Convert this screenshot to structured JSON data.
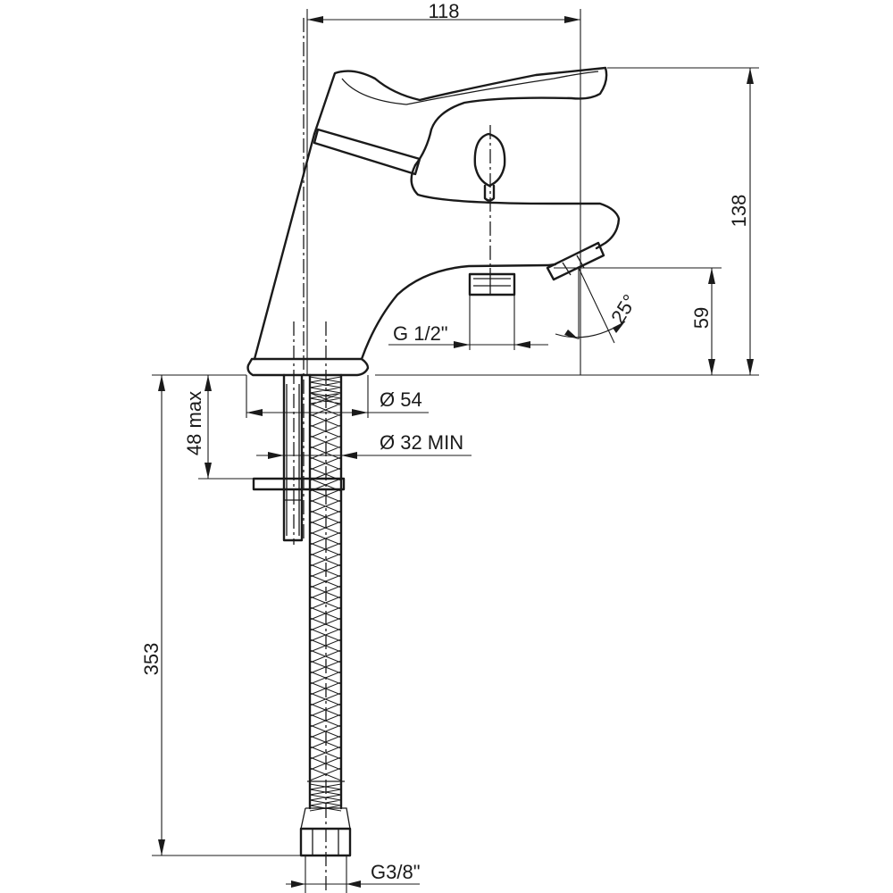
{
  "title": "",
  "dimensions": {
    "overall_width": "118",
    "overall_height": "138",
    "spout_height": "59",
    "spout_angle": "25°",
    "outlet_thread": "G 1/2\"",
    "base_diameter": "Ø 54",
    "hole_diameter": "Ø 32 MIN",
    "deck_thickness": "48 max",
    "hose_length": "353",
    "hose_thread": "G3/8\""
  }
}
